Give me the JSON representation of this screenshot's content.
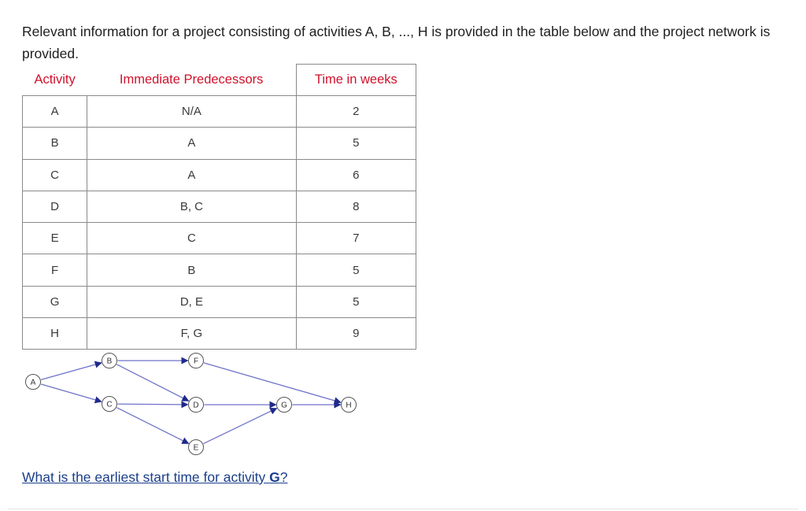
{
  "intro": "Relevant information for a project consisting of activities A, B, ..., H is provided in the table below and the project network is provided.",
  "table": {
    "headers": [
      "Activity",
      "Immediate Predecessors",
      "Time in weeks"
    ],
    "rows": [
      [
        "A",
        "N/A",
        "2"
      ],
      [
        "B",
        "A",
        "5"
      ],
      [
        "C",
        "A",
        "6"
      ],
      [
        "D",
        "B, C",
        "8"
      ],
      [
        "E",
        "C",
        "7"
      ],
      [
        "F",
        "B",
        "5"
      ],
      [
        "G",
        "D, E",
        "5"
      ],
      [
        "H",
        "F, G",
        "9"
      ]
    ]
  },
  "network": {
    "nodes": [
      "A",
      "B",
      "C",
      "D",
      "E",
      "F",
      "G",
      "H"
    ],
    "edges": [
      [
        "A",
        "B"
      ],
      [
        "A",
        "C"
      ],
      [
        "B",
        "F"
      ],
      [
        "B",
        "D"
      ],
      [
        "C",
        "D"
      ],
      [
        "C",
        "E"
      ],
      [
        "D",
        "G"
      ],
      [
        "E",
        "G"
      ],
      [
        "F",
        "H"
      ],
      [
        "G",
        "H"
      ]
    ],
    "colors": {
      "edge": "#6f72c9",
      "arrow": "#1f2a8a",
      "node_border": "#555555"
    }
  },
  "question": {
    "prefix": "What is the earliest start time for activity ",
    "activity": "G",
    "suffix": "?"
  }
}
